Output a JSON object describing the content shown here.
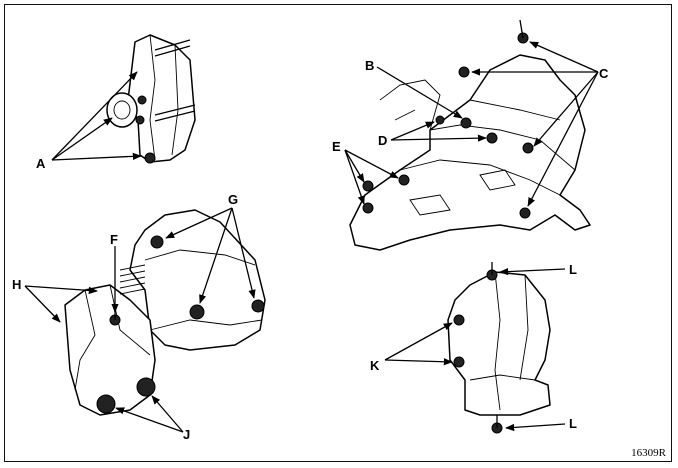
{
  "callouts": {
    "a": "A",
    "b": "B",
    "c": "C",
    "d": "D",
    "e": "E",
    "f": "F",
    "g": "G",
    "h": "H",
    "j": "J",
    "k": "K",
    "l_top": "L",
    "l_bottom": "L"
  },
  "reference_code": "16309R"
}
